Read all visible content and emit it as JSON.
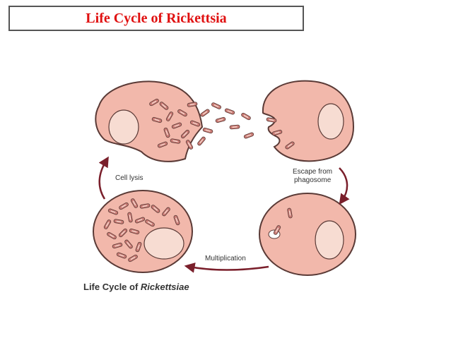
{
  "title": "Life Cycle of Rickettsia",
  "labels": {
    "cell_lysis": "Cell lysis",
    "escape_line1": "Escape from",
    "escape_line2": "phagosome",
    "multiplication": "Multiplication"
  },
  "caption": {
    "prefix": "Life Cycle of ",
    "italic": "Rickettsiae"
  },
  "colors": {
    "title": "#e01010",
    "cell_fill": "#f2b8ab",
    "cell_stroke": "#5a3a36",
    "nucleus_fill": "#f7dcd2",
    "bacterium_fill": "#c97a74",
    "arrow": "#7a1f2b"
  }
}
